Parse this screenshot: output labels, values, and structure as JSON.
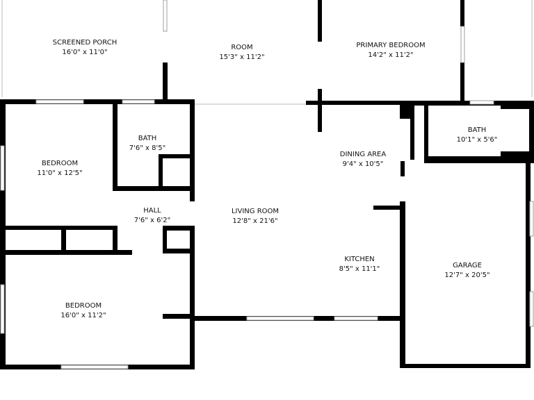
{
  "rooms": [
    {
      "id": "screened-porch",
      "name": "SCREENED PORCH",
      "dims": "16'0\" x 11'0\""
    },
    {
      "id": "room",
      "name": "ROOM",
      "dims": "15'3\" x 11'2\""
    },
    {
      "id": "primary-bedroom",
      "name": "PRIMARY BEDROOM",
      "dims": "14'2\" x 11'2\""
    },
    {
      "id": "bath-1",
      "name": "BATH",
      "dims": "7'6\" x 8'5\""
    },
    {
      "id": "bedroom-1",
      "name": "BEDROOM",
      "dims": "11'0\" x 12'5\""
    },
    {
      "id": "hall",
      "name": "HALL",
      "dims": "7'6\" x 6'2\""
    },
    {
      "id": "living-room",
      "name": "LIVING ROOM",
      "dims": "12'8\" x 21'6\""
    },
    {
      "id": "dining-area",
      "name": "DINING AREA",
      "dims": "9'4\" x 10'5\""
    },
    {
      "id": "bath-2",
      "name": "BATH",
      "dims": "10'1\" x 5'6\""
    },
    {
      "id": "kitchen",
      "name": "KITCHEN",
      "dims": "8'5\" x 11'1\""
    },
    {
      "id": "garage",
      "name": "GARAGE",
      "dims": "12'7\" x 20'5\""
    },
    {
      "id": "bedroom-2",
      "name": "BEDROOM",
      "dims": "16'0\" x 11'2\""
    }
  ],
  "colors": {
    "wall": "#000000",
    "background": "#ffffff",
    "window": "#9e9e9e",
    "text": "#111111"
  }
}
